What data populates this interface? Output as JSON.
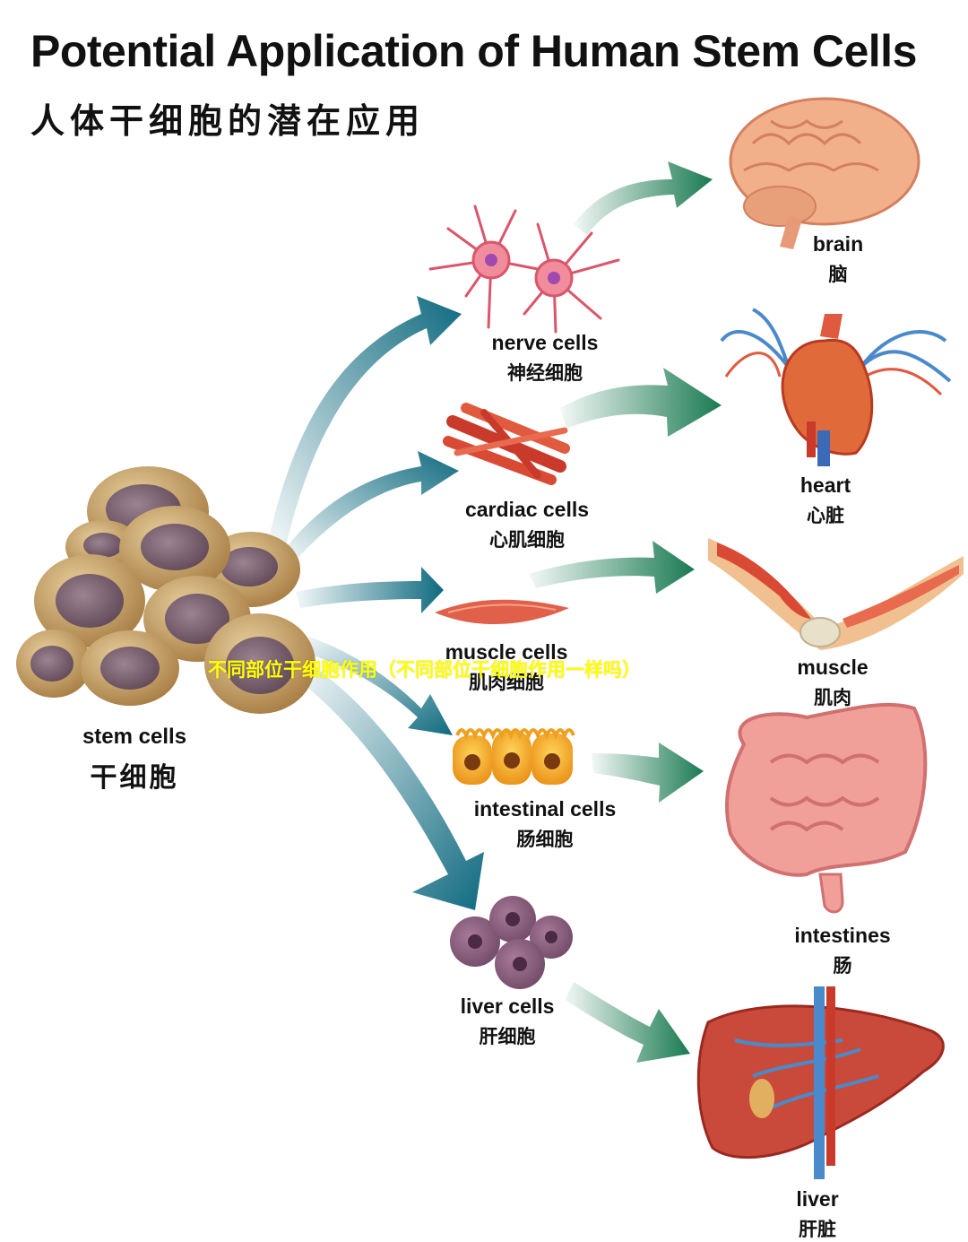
{
  "title": {
    "en": "Potential Application of Human Stem Cells",
    "zh": "人体干细胞的潜在应用"
  },
  "overlay_text": "不同部位干细胞作用（不同部位干细胞作用一样吗）",
  "stem": {
    "en": "stem cells",
    "zh": "干细胞"
  },
  "cells": [
    {
      "id": "nerve",
      "en": "nerve cells",
      "zh": "神经细胞"
    },
    {
      "id": "cardiac",
      "en": "cardiac cells",
      "zh": "心肌细胞"
    },
    {
      "id": "muscle",
      "en": "muscle cells",
      "zh": "肌肉细胞"
    },
    {
      "id": "intestinal",
      "en": "intestinal cells",
      "zh": "肠细胞"
    },
    {
      "id": "liver",
      "en": "liver cells",
      "zh": "肝细胞"
    }
  ],
  "organs": [
    {
      "id": "brain",
      "en": "brain",
      "zh": "脑"
    },
    {
      "id": "heart",
      "en": "heart",
      "zh": "心脏"
    },
    {
      "id": "muscle",
      "en": "muscle",
      "zh": "肌肉"
    },
    {
      "id": "intestines",
      "en": "intestines",
      "zh": "肠"
    },
    {
      "id": "liver",
      "en": "liver",
      "zh": "肝脏"
    }
  ],
  "colors": {
    "arrow_teal": "#0f6a7f",
    "arrow_green": "#1a7a52",
    "stem_cell": "#c9a46a",
    "nucleus": "#7e6472",
    "overlay": "#ffff00"
  }
}
